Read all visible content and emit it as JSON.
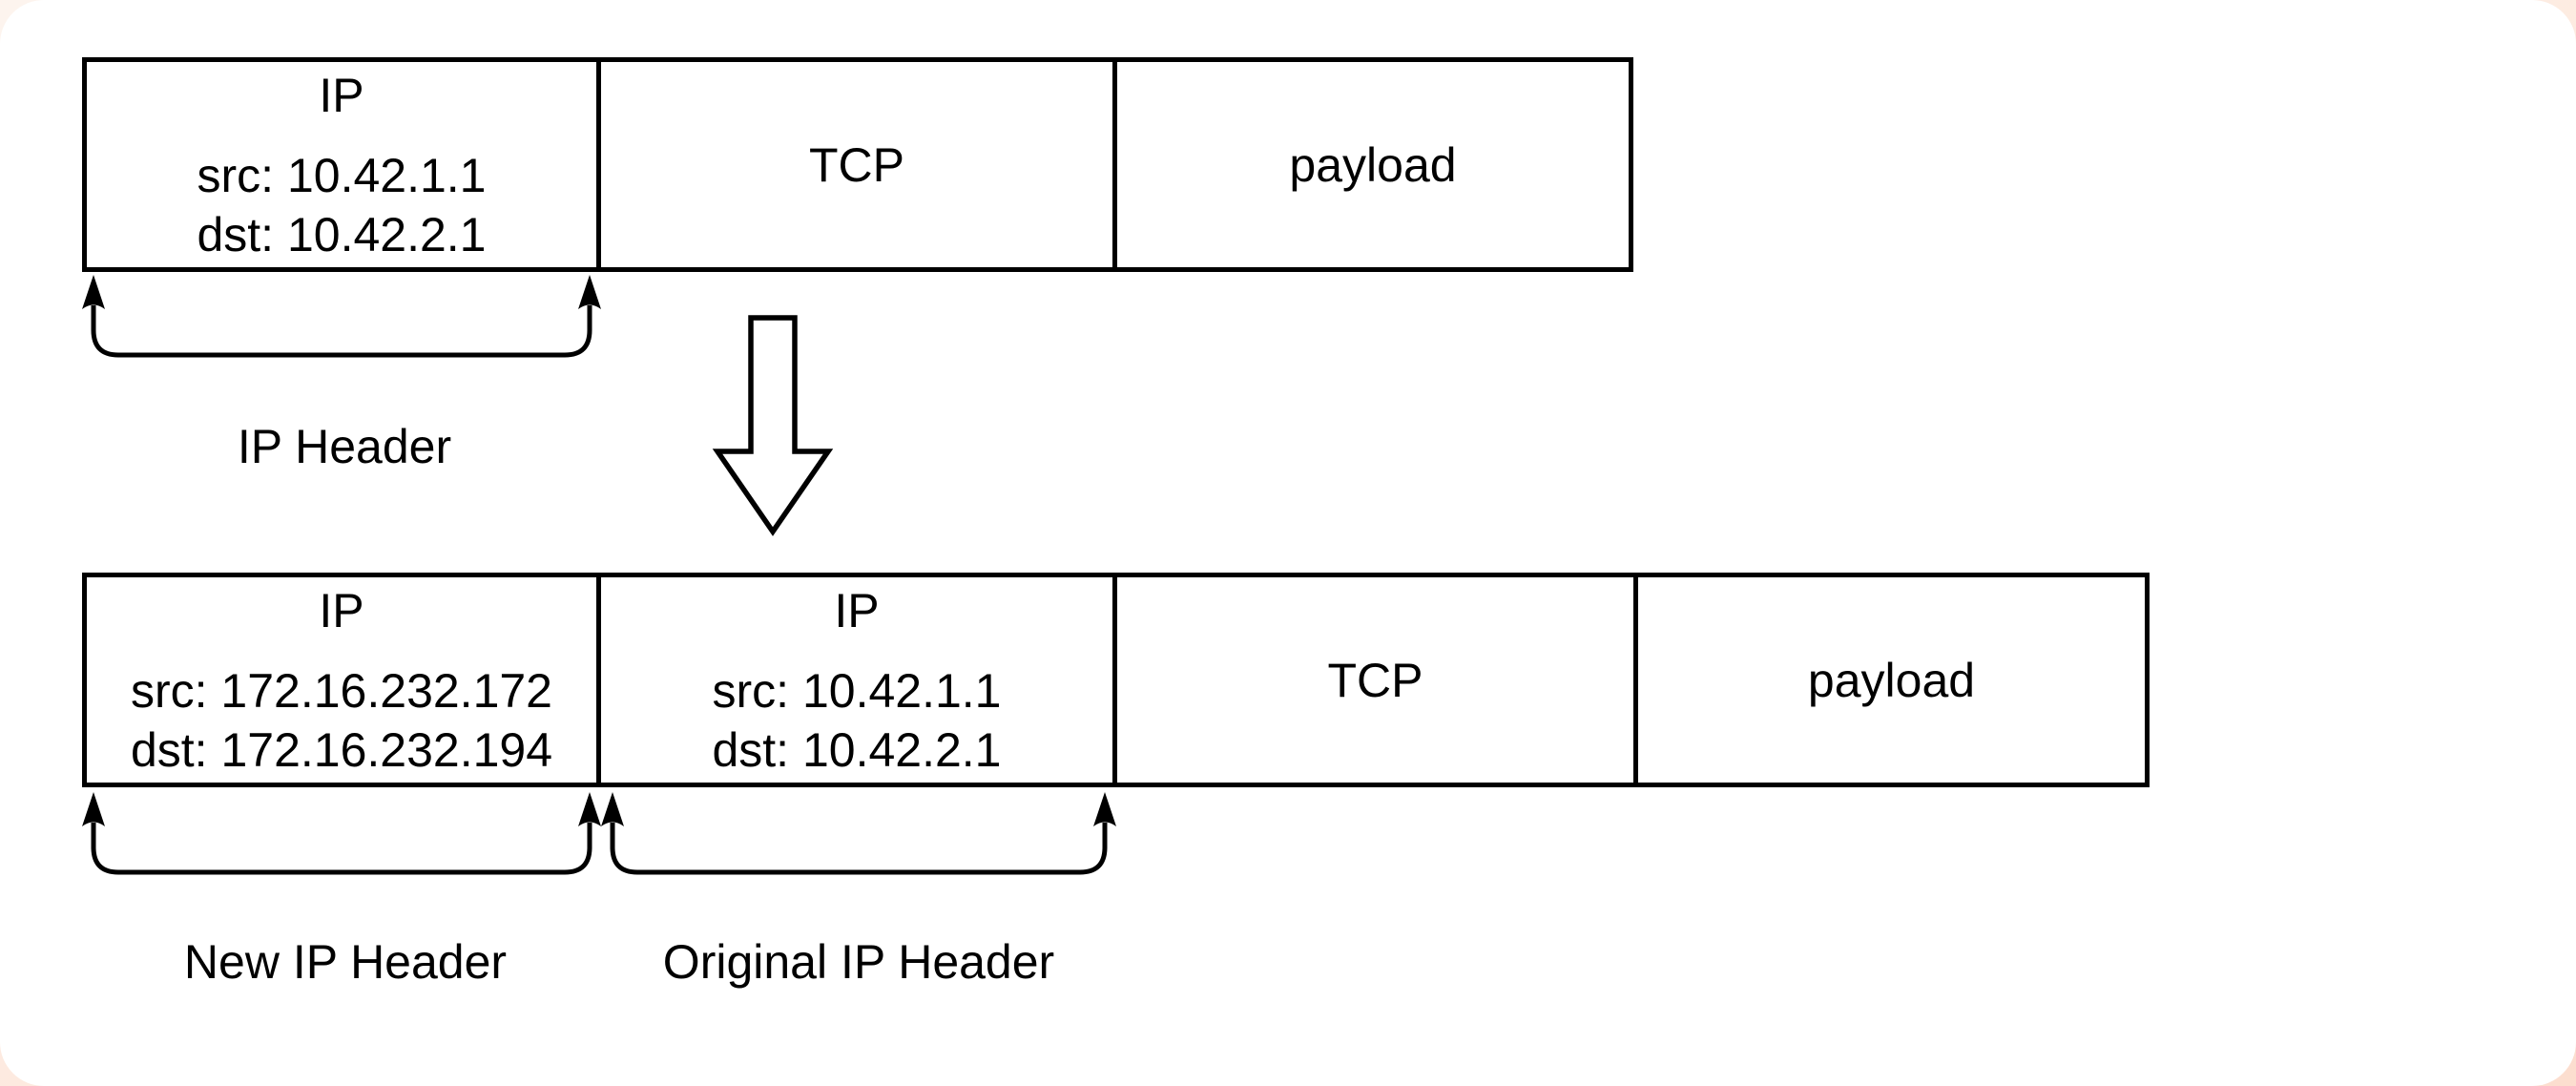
{
  "colors": {
    "stroke": "#000000",
    "shape_fill": "#ffffff",
    "canvas_background": "#ffffff",
    "frame_background": "#fce9de"
  },
  "icons": {
    "transform_arrow": "down-arrow-icon"
  },
  "top_packet": {
    "ip_box": {
      "title": "IP",
      "src": "src: 10.42.1.1",
      "dst": "dst: 10.42.2.1"
    },
    "tcp_label": "TCP",
    "payload_label": "payload",
    "brace_label": "IP Header"
  },
  "bottom_packet": {
    "new_ip_box": {
      "title": "IP",
      "src": "src: 172.16.232.172",
      "dst": "dst: 172.16.232.194"
    },
    "original_ip_box": {
      "title": "IP",
      "src": "src: 10.42.1.1",
      "dst": "dst: 10.42.2.1"
    },
    "tcp_label": "TCP",
    "payload_label": "payload",
    "new_brace_label": "New IP Header",
    "original_brace_label": "Original IP Header"
  }
}
